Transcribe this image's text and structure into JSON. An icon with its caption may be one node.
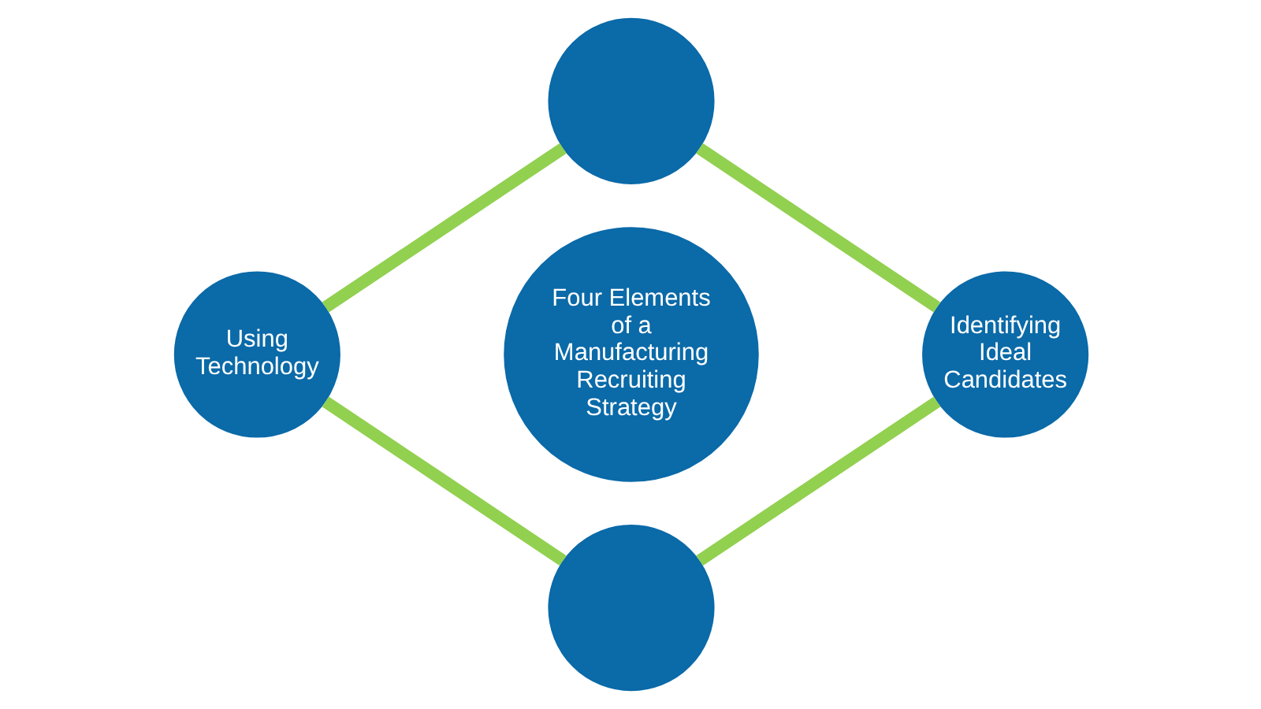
{
  "diagram": {
    "nodes": [
      {
        "text": [],
        "shape": "circle"
      },
      {
        "text": [
          "Using Technology"
        ]
      },
      {
        "text": [
          "Four Elements of a Manufacturing Recruiting Strategy"
        ]
      },
      {
        "text": [
          "Identifying Ideal Candidates"
        ]
      },
      {
        "text": [],
        "shape": "circle"
      }
    ],
    "edges": [
      {
        "from": 0,
        "to": 3,
        "arrow": "none"
      },
      {
        "from": 3,
        "to": 4,
        "arrow": "none"
      },
      {
        "from": 4,
        "to": 1,
        "arrow": "none"
      },
      {
        "from": 1,
        "to": 0,
        "arrow": "none"
      }
    ]
  }
}
